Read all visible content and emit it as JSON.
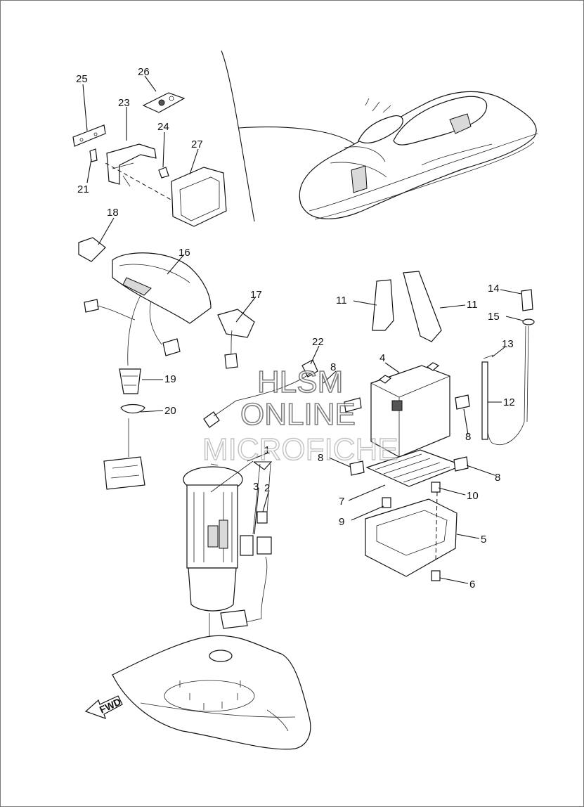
{
  "callouts": [
    "1",
    "2",
    "3",
    "4",
    "5",
    "6",
    "7",
    "8",
    "8",
    "8",
    "8",
    "9",
    "10",
    "11",
    "11",
    "12",
    "13",
    "14",
    "15",
    "16",
    "17",
    "18",
    "19",
    "20",
    "21",
    "22",
    "23",
    "24",
    "25",
    "26",
    "27"
  ],
  "watermark": {
    "line1": "HLSM",
    "line2": "ONLINE",
    "line3": "MICROFICHE"
  },
  "direction_label": "FWD"
}
